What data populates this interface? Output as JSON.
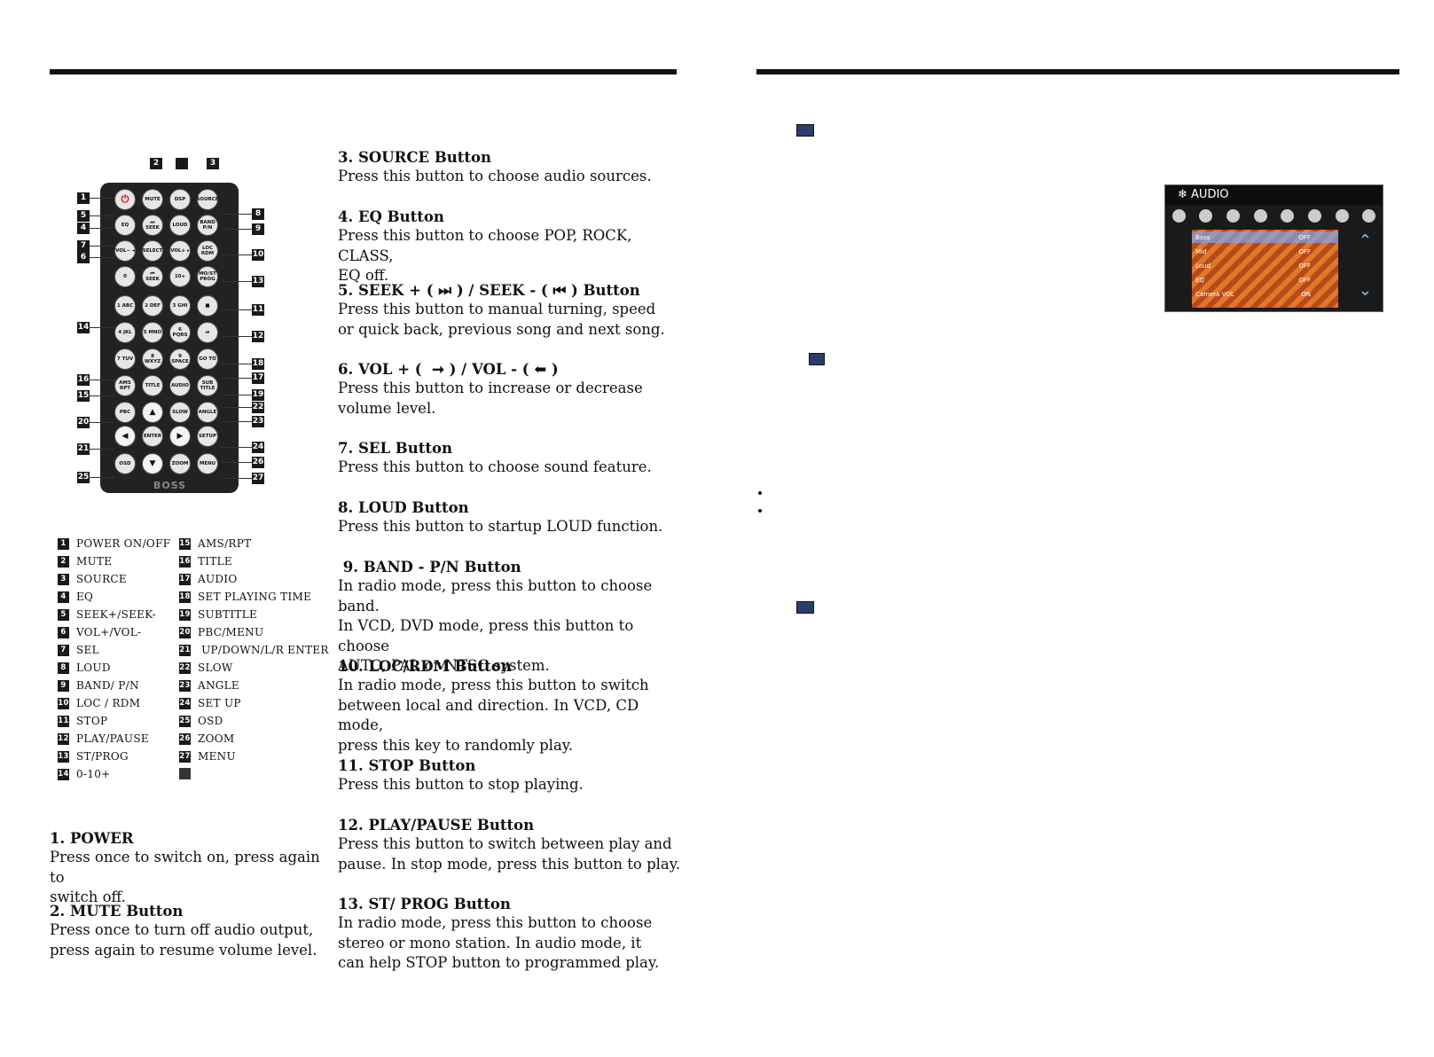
{
  "remote_top_labels": [
    "2",
    "",
    "3"
  ],
  "remote_callouts": {
    "left": [
      "1",
      "5",
      "4",
      "7",
      "6",
      "14",
      "16",
      "15",
      "20",
      "21",
      "25"
    ],
    "right": [
      "8",
      "9",
      "10",
      "13",
      "11",
      "12",
      "18",
      "17",
      "19",
      "22",
      "23",
      "24",
      "26",
      "27"
    ]
  },
  "remote_buttons": [
    {
      "label": "⏻"
    },
    {
      "label": "MUTE"
    },
    {
      "label": "DSP"
    },
    {
      "label": "SOURCE"
    },
    {
      "label": "EQ"
    },
    {
      "label": "⏭ SEEK"
    },
    {
      "label": "LOUD"
    },
    {
      "label": "BAND P/N"
    },
    {
      "label": "VOL− ◂"
    },
    {
      "label": "SELECT"
    },
    {
      "label": "VOL+ ▸"
    },
    {
      "label": "LOC RDM"
    },
    {
      "label": "0"
    },
    {
      "label": "⏮ SEEK"
    },
    {
      "label": "10+"
    },
    {
      "label": "MO/ST PROG"
    },
    {
      "label": "1 ABC"
    },
    {
      "label": "2 DEF"
    },
    {
      "label": "3 GHI"
    },
    {
      "label": "■"
    },
    {
      "label": "4 JKL"
    },
    {
      "label": "5 MNO"
    },
    {
      "label": "6 PQRS"
    },
    {
      "label": "⏯"
    },
    {
      "label": "7 TUV"
    },
    {
      "label": "8 WXYZ"
    },
    {
      "label": "9 SPACE"
    },
    {
      "label": "GO TO"
    },
    {
      "label": "AMS RPT"
    },
    {
      "label": "TITLE"
    },
    {
      "label": "AUDIO"
    },
    {
      "label": "SUB TITLE"
    },
    {
      "label": "PBC"
    },
    {
      "label": "▲"
    },
    {
      "label": "SLOW"
    },
    {
      "label": "ANGLE"
    },
    {
      "label": "◀"
    },
    {
      "label": "ENTER"
    },
    {
      "label": "▶"
    },
    {
      "label": "SETUP"
    },
    {
      "label": "OSD"
    },
    {
      "label": "▼"
    },
    {
      "label": "ZOOM"
    },
    {
      "label": "MENU"
    }
  ],
  "remote_brand": "BOSS",
  "legend": {
    "col1": [
      {
        "num": "1",
        "label": "POWER ON/OFF"
      },
      {
        "num": "2",
        "label": "MUTE"
      },
      {
        "num": "3",
        "label": "SOURCE"
      },
      {
        "num": "4",
        "label": "EQ"
      },
      {
        "num": "5",
        "label": "SEEK+/SEEK-"
      },
      {
        "num": "6",
        "label": "VOL+/VOL-"
      },
      {
        "num": "7",
        "label": "SEL"
      },
      {
        "num": "8",
        "label": "LOUD"
      },
      {
        "num": "9",
        "label": "BAND/ P/N"
      },
      {
        "num": "10",
        "label": "LOC / RDM"
      },
      {
        "num": "11",
        "label": "STOP"
      },
      {
        "num": "12",
        "label": "PLAY/PAUSE"
      },
      {
        "num": "13",
        "label": "ST/PROG"
      },
      {
        "num": "14",
        "label": "0-10+"
      }
    ],
    "col2": [
      {
        "num": "15",
        "label": "AMS/RPT"
      },
      {
        "num": "16",
        "label": "TITLE"
      },
      {
        "num": "17",
        "label": "AUDIO"
      },
      {
        "num": "18",
        "label": "SET PLAYING TIME"
      },
      {
        "num": "19",
        "label": "SUBTITLE"
      },
      {
        "num": "20",
        "label": "PBC/MENU"
      },
      {
        "num": "21",
        "label": " UP/DOWN/L/R ENTER"
      },
      {
        "num": "22",
        "label": "SLOW"
      },
      {
        "num": "23",
        "label": "ANGLE"
      },
      {
        "num": "24",
        "label": "SET UP"
      },
      {
        "num": "25",
        "label": "OSD"
      },
      {
        "num": "26",
        "label": "ZOOM"
      },
      {
        "num": "27",
        "label": "MENU"
      },
      {
        "num": "",
        "label": ""
      }
    ]
  },
  "left_sections": [
    {
      "heading": "1. POWER",
      "body": "Press once to switch on, press again to\nswitch off."
    },
    {
      "heading": "2. MUTE Button",
      "body": "Press once to turn off audio output,\npress again to resume volume level."
    }
  ],
  "right_sections": [
    {
      "heading": "3. SOURCE Button",
      "body": "Press this button to choose audio sources."
    },
    {
      "heading": "4. EQ Button",
      "body": "Press this button to choose POP, ROCK, CLASS,\nEQ off."
    },
    {
      "heading": "5. SEEK + ( ⏭ ) / SEEK - ( ⏮ ) Button",
      "body": "Press this button to manual turning, speed\nor quick back, previous song and next song."
    },
    {
      "heading": "6. VOL + (  ➞ ) / VOL - ( ⬅ )",
      "body": "Press this button to increase or decrease\nvolume level."
    },
    {
      "heading": "7. SEL Button",
      "body": "Press this button to choose sound feature."
    },
    {
      "heading": "8. LOUD Button",
      "body": "Press this button to startup LOUD function."
    },
    {
      "heading": " 9. BAND - P/N Button",
      "body": "In radio mode, press this button to choose band.\nIn VCD, DVD mode, press this button to choose\nAUTO, PAL or NTSC system."
    },
    {
      "heading": "10. LOC/RDM Button",
      "body": "In radio mode, press this button to switch\nbetween local and direction. In VCD, CD mode,\npress this key to randomly play."
    },
    {
      "heading": "11. STOP Button",
      "body": "Press this button to stop playing."
    },
    {
      "heading": "12. PLAY/PAUSE Button",
      "body": "Press this button to switch between play and\npause. In stop mode, press this button to play."
    },
    {
      "heading": "13. ST/ PROG Button",
      "body": "In radio mode, press this button to choose\nstereo or mono station. In audio mode, it\ncan help STOP button to programmed play."
    }
  ],
  "audio_screen": {
    "title": "AUDIO",
    "rows": [
      {
        "name": "Bass",
        "value": "OFF"
      },
      {
        "name": "Mid",
        "value": "OFF"
      },
      {
        "name": "Loud",
        "value": "OFF"
      },
      {
        "name": "EQ",
        "value": "OFF"
      },
      {
        "name": "Camera VOL",
        "value": "ON"
      }
    ]
  }
}
